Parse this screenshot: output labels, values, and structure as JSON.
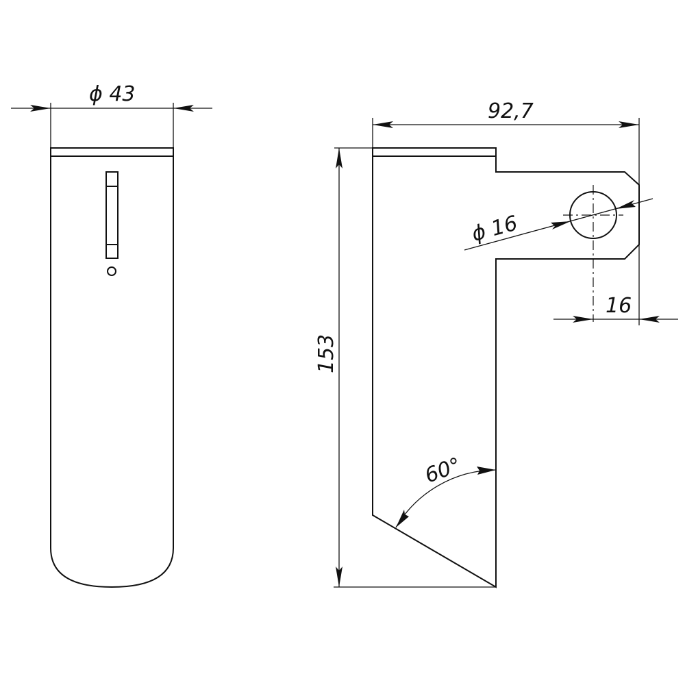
{
  "drawing": {
    "front_view": {
      "diameter_label": "ϕ 43"
    },
    "side_view": {
      "width_label": "92,7",
      "height_label": "153",
      "hole_diameter_label": "ϕ 16",
      "hole_offset_label": "16",
      "angle_label": "60°"
    }
  }
}
